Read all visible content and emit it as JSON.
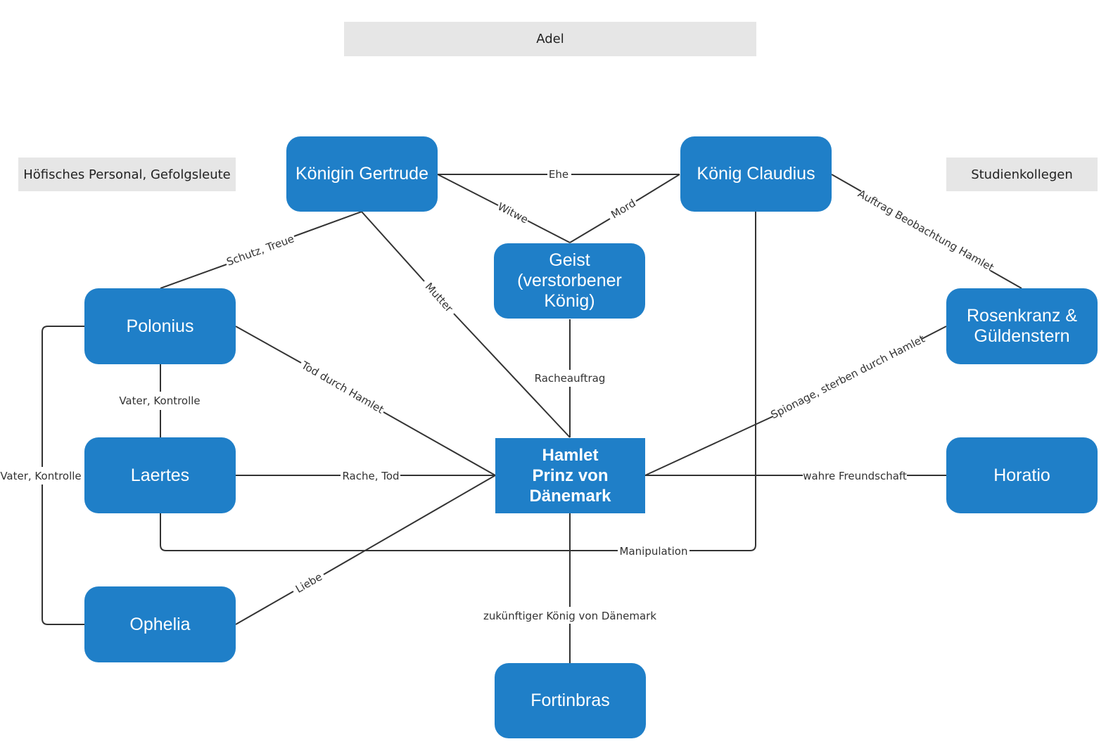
{
  "categories": {
    "adel": "Adel",
    "hof": "Höfisches Personal, Gefolgsleute",
    "studium": "Studienkollegen"
  },
  "nodes": {
    "gertrude": "Königin Gertrude",
    "claudius": "König Claudius",
    "geist": "Geist\n(verstorbener\nKönig)",
    "polonius": "Polonius",
    "rosenkranz": "Rosenkranz &\nGüldenstern",
    "laertes": "Laertes",
    "hamlet": "Hamlet\nPrinz von\nDänemark",
    "horatio": "Horatio",
    "ophelia": "Ophelia",
    "fortinbras": "Fortinbras"
  },
  "edges": {
    "ehe": "Ehe",
    "witwe": "Witwe",
    "mord": "Mord",
    "auftrag": "Auftrag Beobachtung Hamlet",
    "schutz": "Schutz, Treue",
    "mutter": "Mutter",
    "racheauftrag": "Racheauftrag",
    "tod": "Tod durch Hamlet",
    "vater1": "Vater, Kontrolle",
    "vater2": "Vater, Kontrolle",
    "spionage": "Spionage, sterben durch Hamlet",
    "rache": "Rache, Tod",
    "freundschaft": "wahre Freundschaft",
    "manipulation": "Manipulation",
    "liebe": "Liebe",
    "zukunft": "zukünftiger König von Dänemark"
  },
  "colors": {
    "node": "#1f7fc8",
    "category": "#e6e6e6",
    "line": "#333333"
  }
}
